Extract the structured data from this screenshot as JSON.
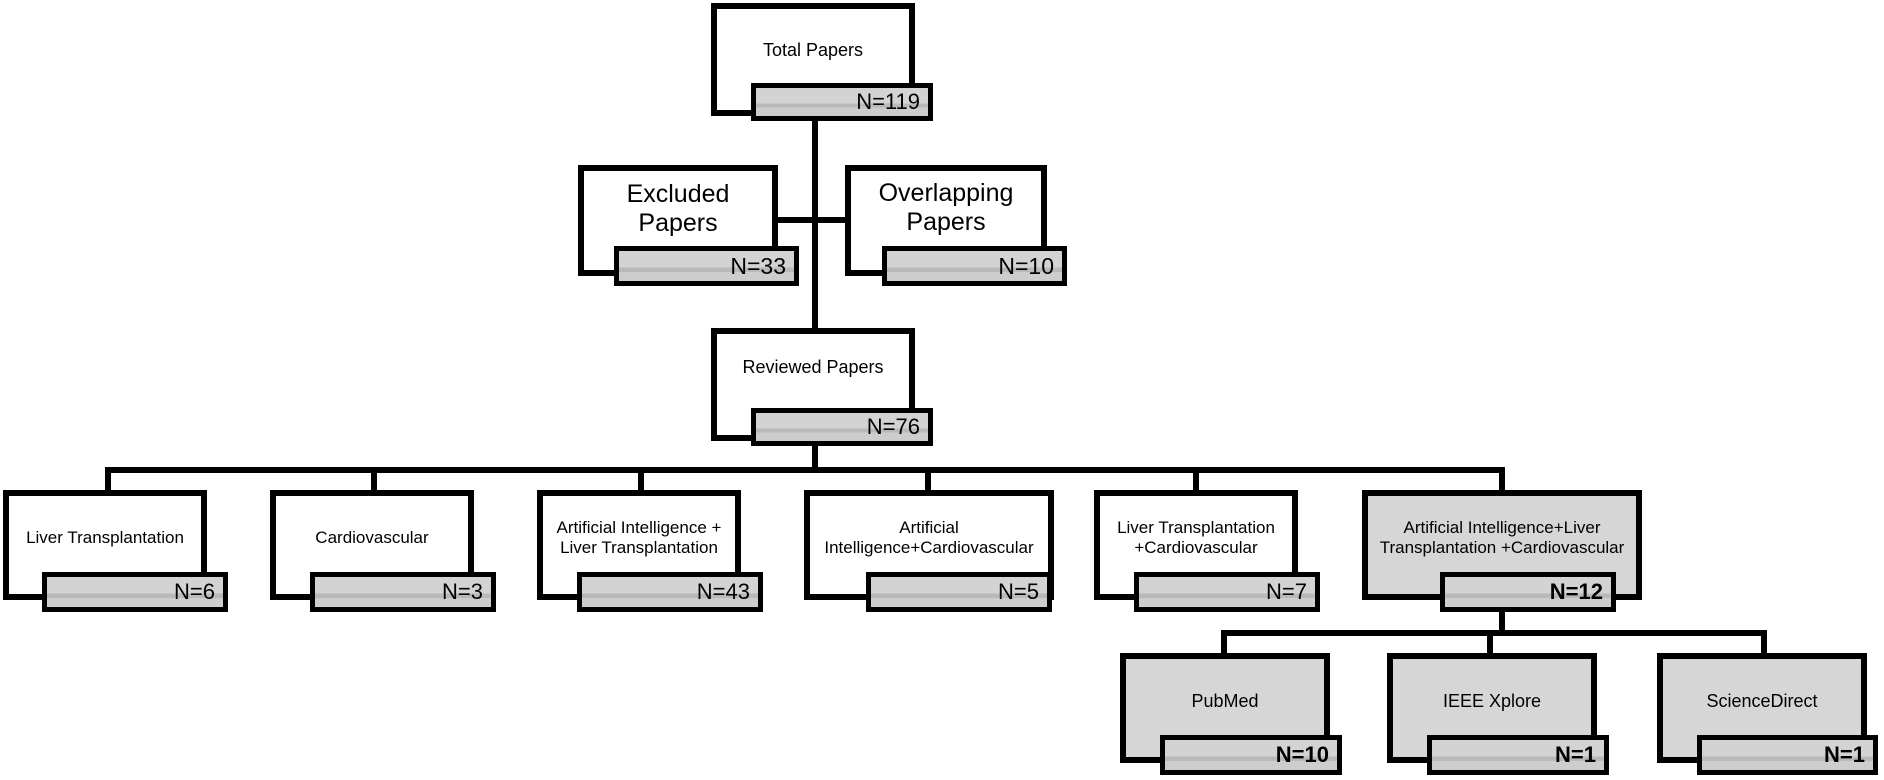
{
  "diagram": {
    "total": {
      "label": "Total Papers",
      "count": "N=119"
    },
    "excluded": {
      "label": "Excluded Papers",
      "count": "N=33"
    },
    "overlapping": {
      "label": "Overlapping Papers",
      "count": "N=10"
    },
    "reviewed": {
      "label": "Reviewed Papers",
      "count": "N=76"
    },
    "categories": [
      {
        "label": "Liver Transplantation",
        "count": "N=6"
      },
      {
        "label": "Cardiovascular",
        "count": "N=3"
      },
      {
        "label": "Artificial Intelligence + Liver Transplantation",
        "count": "N=43"
      },
      {
        "label": "Artificial Intelligence+Cardiovascular",
        "count": "N=5"
      },
      {
        "label": "Liver Transplantation +Cardiovascular",
        "count": "N=7"
      },
      {
        "label": "Artificial Intelligence+Liver Transplantation +Cardiovascular",
        "count": "N=12"
      }
    ],
    "sources": [
      {
        "label": "PubMed",
        "count": "N=10"
      },
      {
        "label": "IEEE Xplore",
        "count": "N=1"
      },
      {
        "label": "ScienceDirect",
        "count": "N=1"
      }
    ]
  }
}
